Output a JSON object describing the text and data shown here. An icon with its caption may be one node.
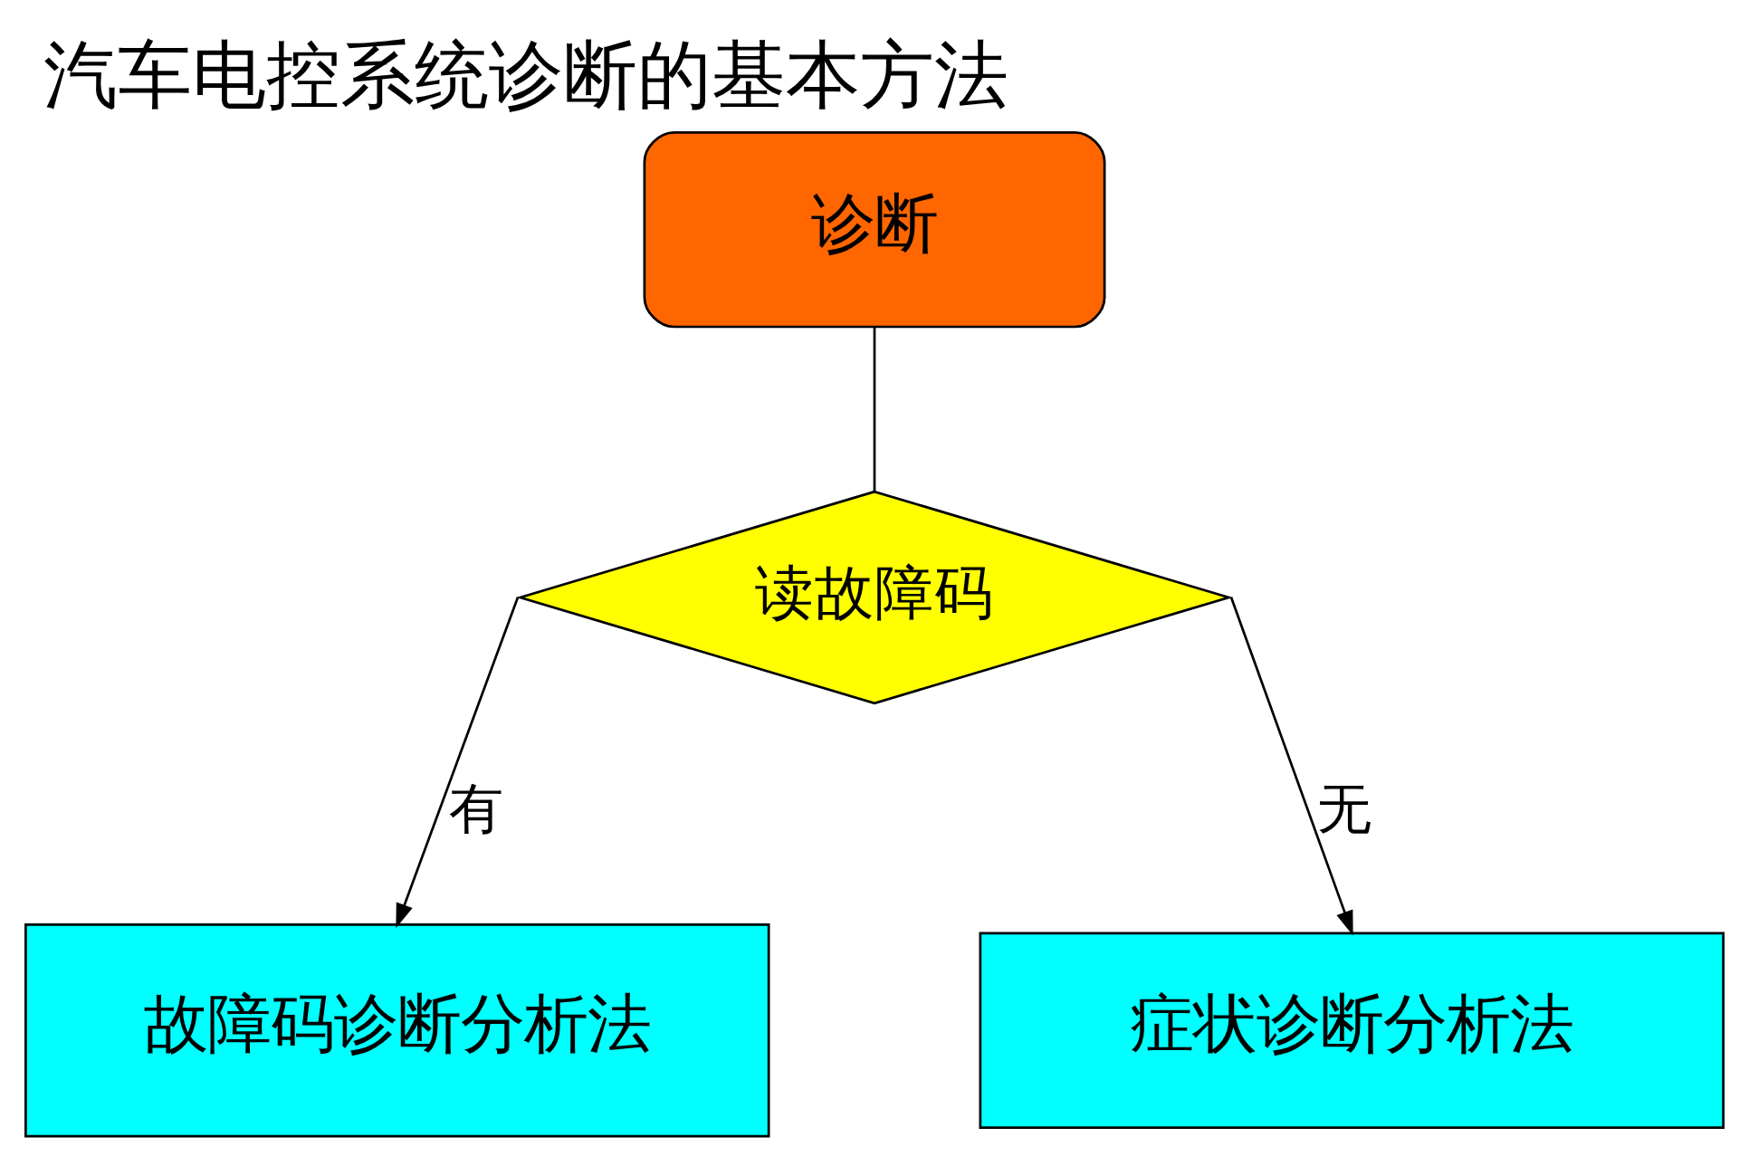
{
  "diagram": {
    "title": "汽车电控系统诊断的基本方法",
    "nodes": [
      {
        "text": [
          "诊断"
        ]
      },
      {
        "text": [
          "读故障码"
        ]
      },
      {
        "text": [
          "故障码诊断分析法"
        ]
      },
      {
        "text": [
          "症状诊断分析法"
        ]
      }
    ],
    "edges": [
      {
        "from": 0,
        "to": 1,
        "arrow": "none"
      },
      {
        "from": 1,
        "to": 2,
        "label": "有",
        "arrow": "to"
      },
      {
        "from": 1,
        "to": 3,
        "label": "无",
        "arrow": "to"
      }
    ]
  }
}
